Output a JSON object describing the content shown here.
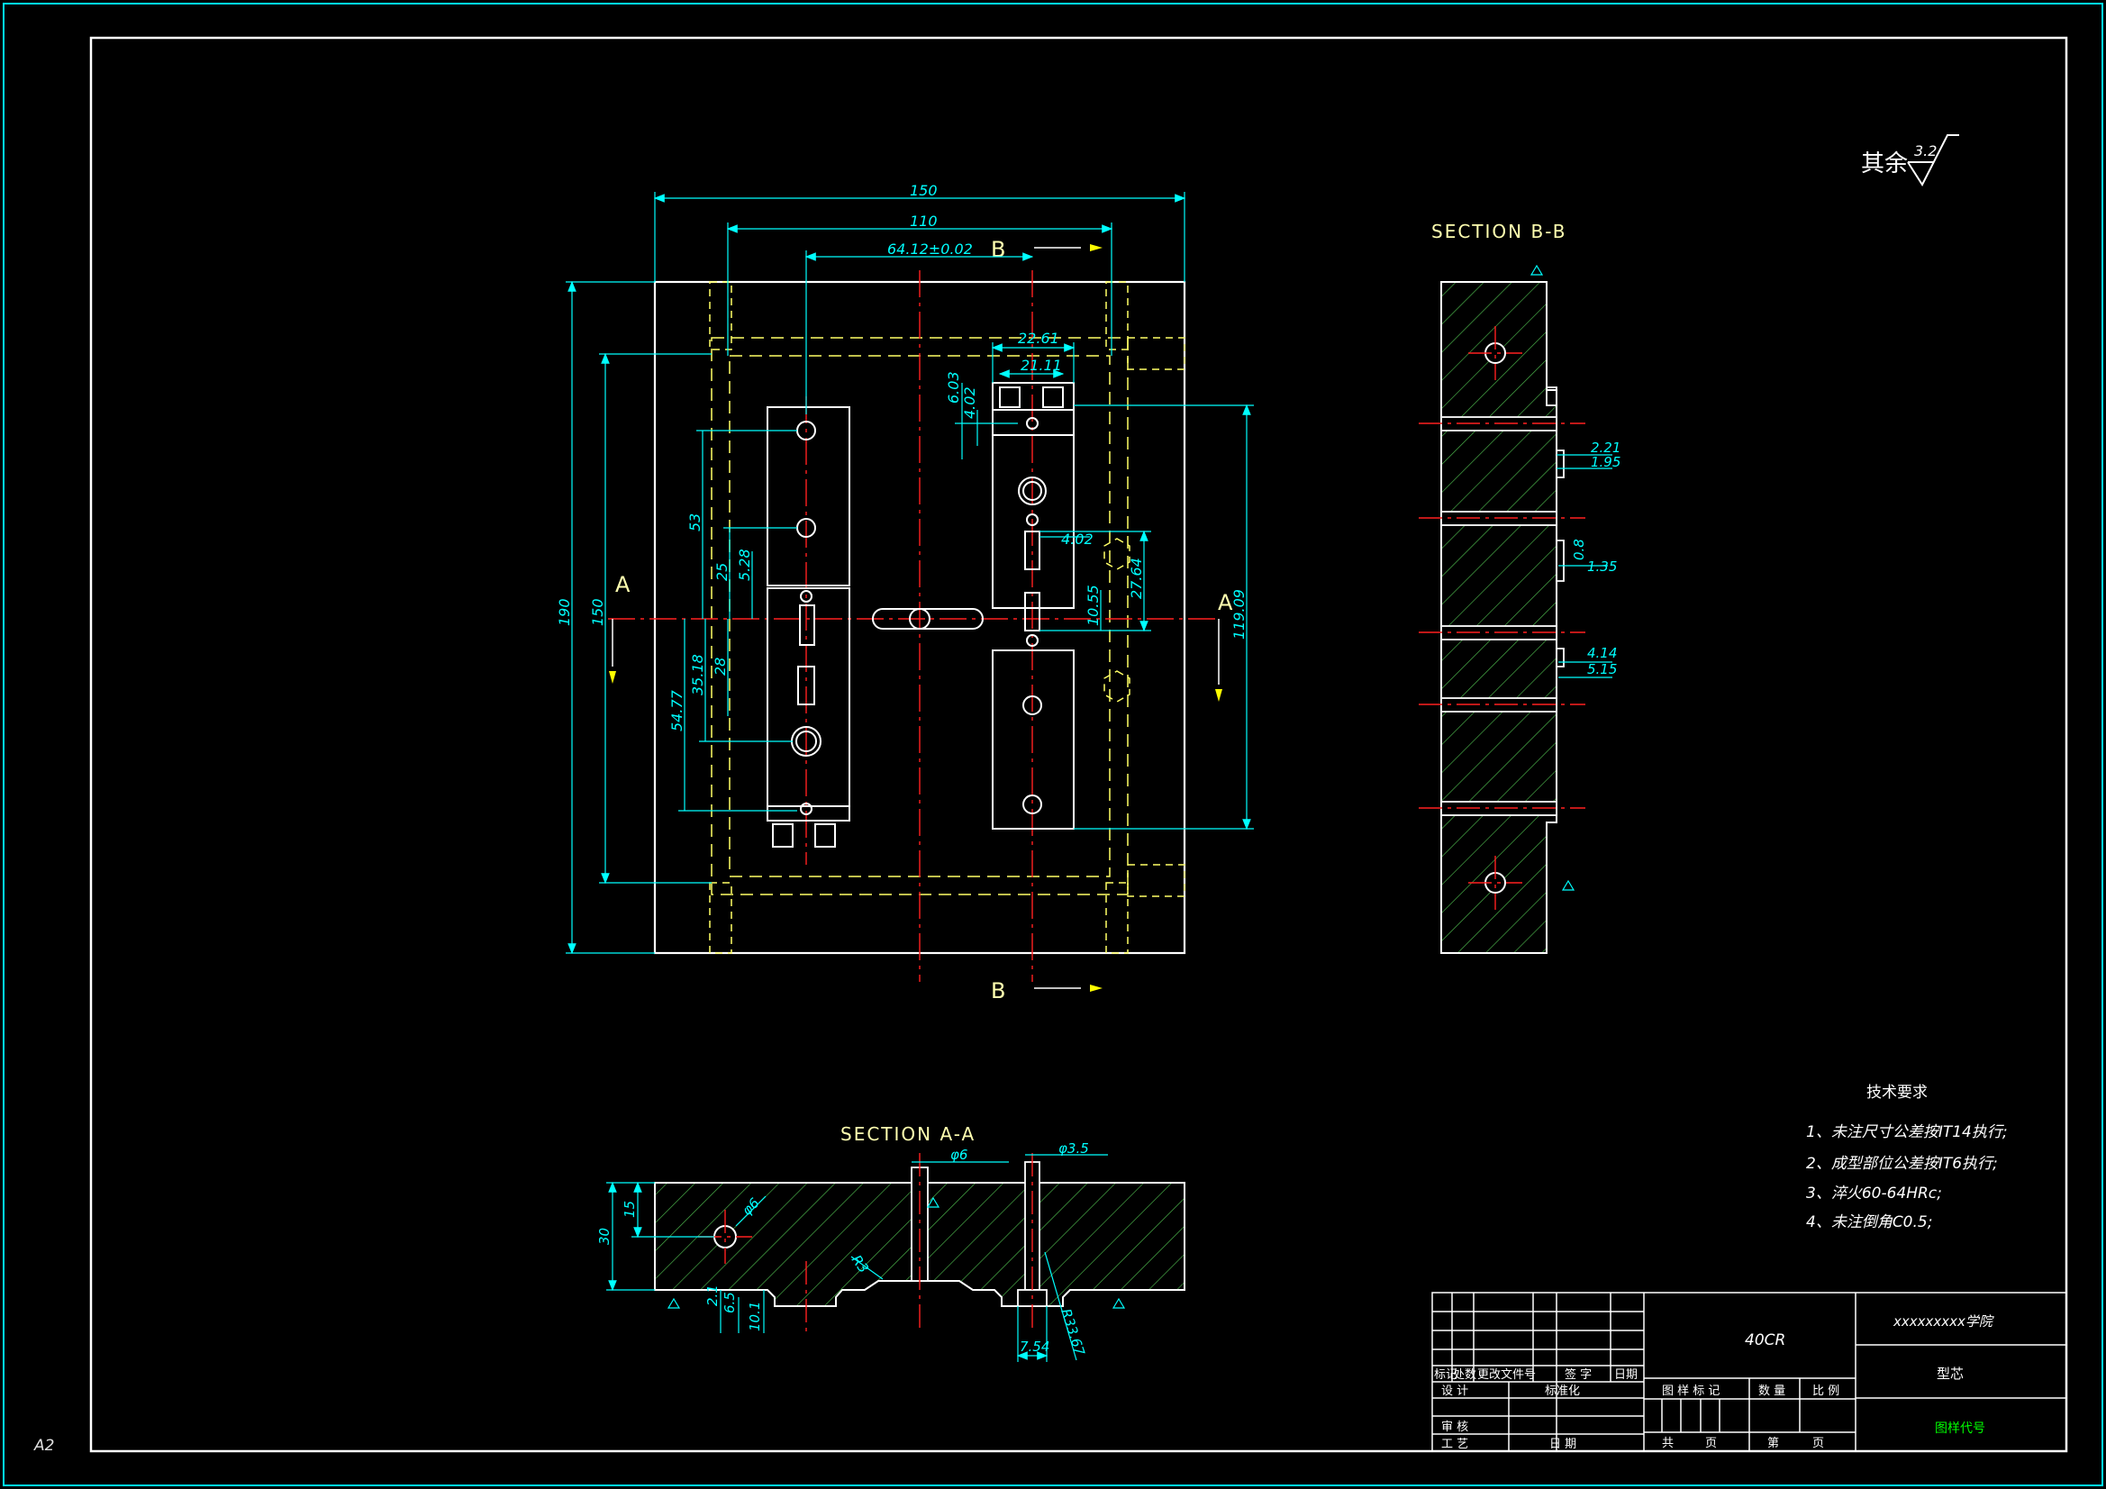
{
  "sheet": {
    "size_label": "A2",
    "roughness_note": "其余",
    "roughness_value": "3.2"
  },
  "colors": {
    "background": "#000000",
    "outline": "#ffffff",
    "dimension": "#00ffff",
    "centerline": "#ff2020",
    "hidden": "#ffff66",
    "hatch": "#4db84d",
    "label": "#ffffb0",
    "title_green": "#00ff00"
  },
  "plan_view": {
    "section_mark_a": "A",
    "section_mark_b": "B",
    "dims": {
      "overall_width": "150",
      "inner_width": "110",
      "center_distance": "64.12±0.02",
      "overall_height": "190",
      "inner_height": "150",
      "d_53": "53",
      "d_25": "25",
      "d_528": "5.28",
      "d_28": "28",
      "d_3518": "35.18",
      "d_5477": "54.77",
      "d_2261": "22.61",
      "d_2111": "21.11",
      "d_603": "6.03",
      "d_402a": "4.02",
      "d_402b": "4.02",
      "d_2764": "27.64",
      "d_1055": "10.55",
      "d_11909": "119.09"
    }
  },
  "section_bb": {
    "title": "SECTION B-B",
    "dims": {
      "d_221": "2.21",
      "d_195": "1.95",
      "d_08": "0.8",
      "d_135": "1.35",
      "d_414": "4.14",
      "d_515": "5.15"
    }
  },
  "section_aa": {
    "title": "SECTION A-A",
    "dims": {
      "d_30": "30",
      "d_15": "15",
      "d_phi6": "φ6",
      "d_phi6tol": "φ6",
      "d_phi35": "φ3.5",
      "d_r3": "R3",
      "d_21": "2.1",
      "d_65": "6.5",
      "d_101": "10.1",
      "d_754": "7.54",
      "d_r3367": "R33.67"
    }
  },
  "tech_requirements": {
    "title": "技术要求",
    "items": [
      "1、未注尺寸公差按IT14执行;",
      "2、成型部位公差按IT6执行;",
      "3、淬火60-64HRc;",
      "4、未注倒角C0.5;"
    ]
  },
  "title_block": {
    "material": "40CR",
    "school": "xxxxxxxxx学院",
    "part_name": "型芯",
    "drawing_no": "图样代号",
    "headers": [
      "标记",
      "处数",
      "更改文件号",
      "签 字",
      "日期"
    ],
    "row_design": "设 计",
    "row_standard": "标准化",
    "row_check": "审 核",
    "row_process": "工 艺",
    "row_date": "日 期",
    "col_mark": "图 样 标 记",
    "col_qty": "数 量",
    "col_scale": "比 例",
    "sheets_total": "共",
    "sheets_page": "页",
    "sheets_no": "第",
    "sheets_page2": "页"
  }
}
